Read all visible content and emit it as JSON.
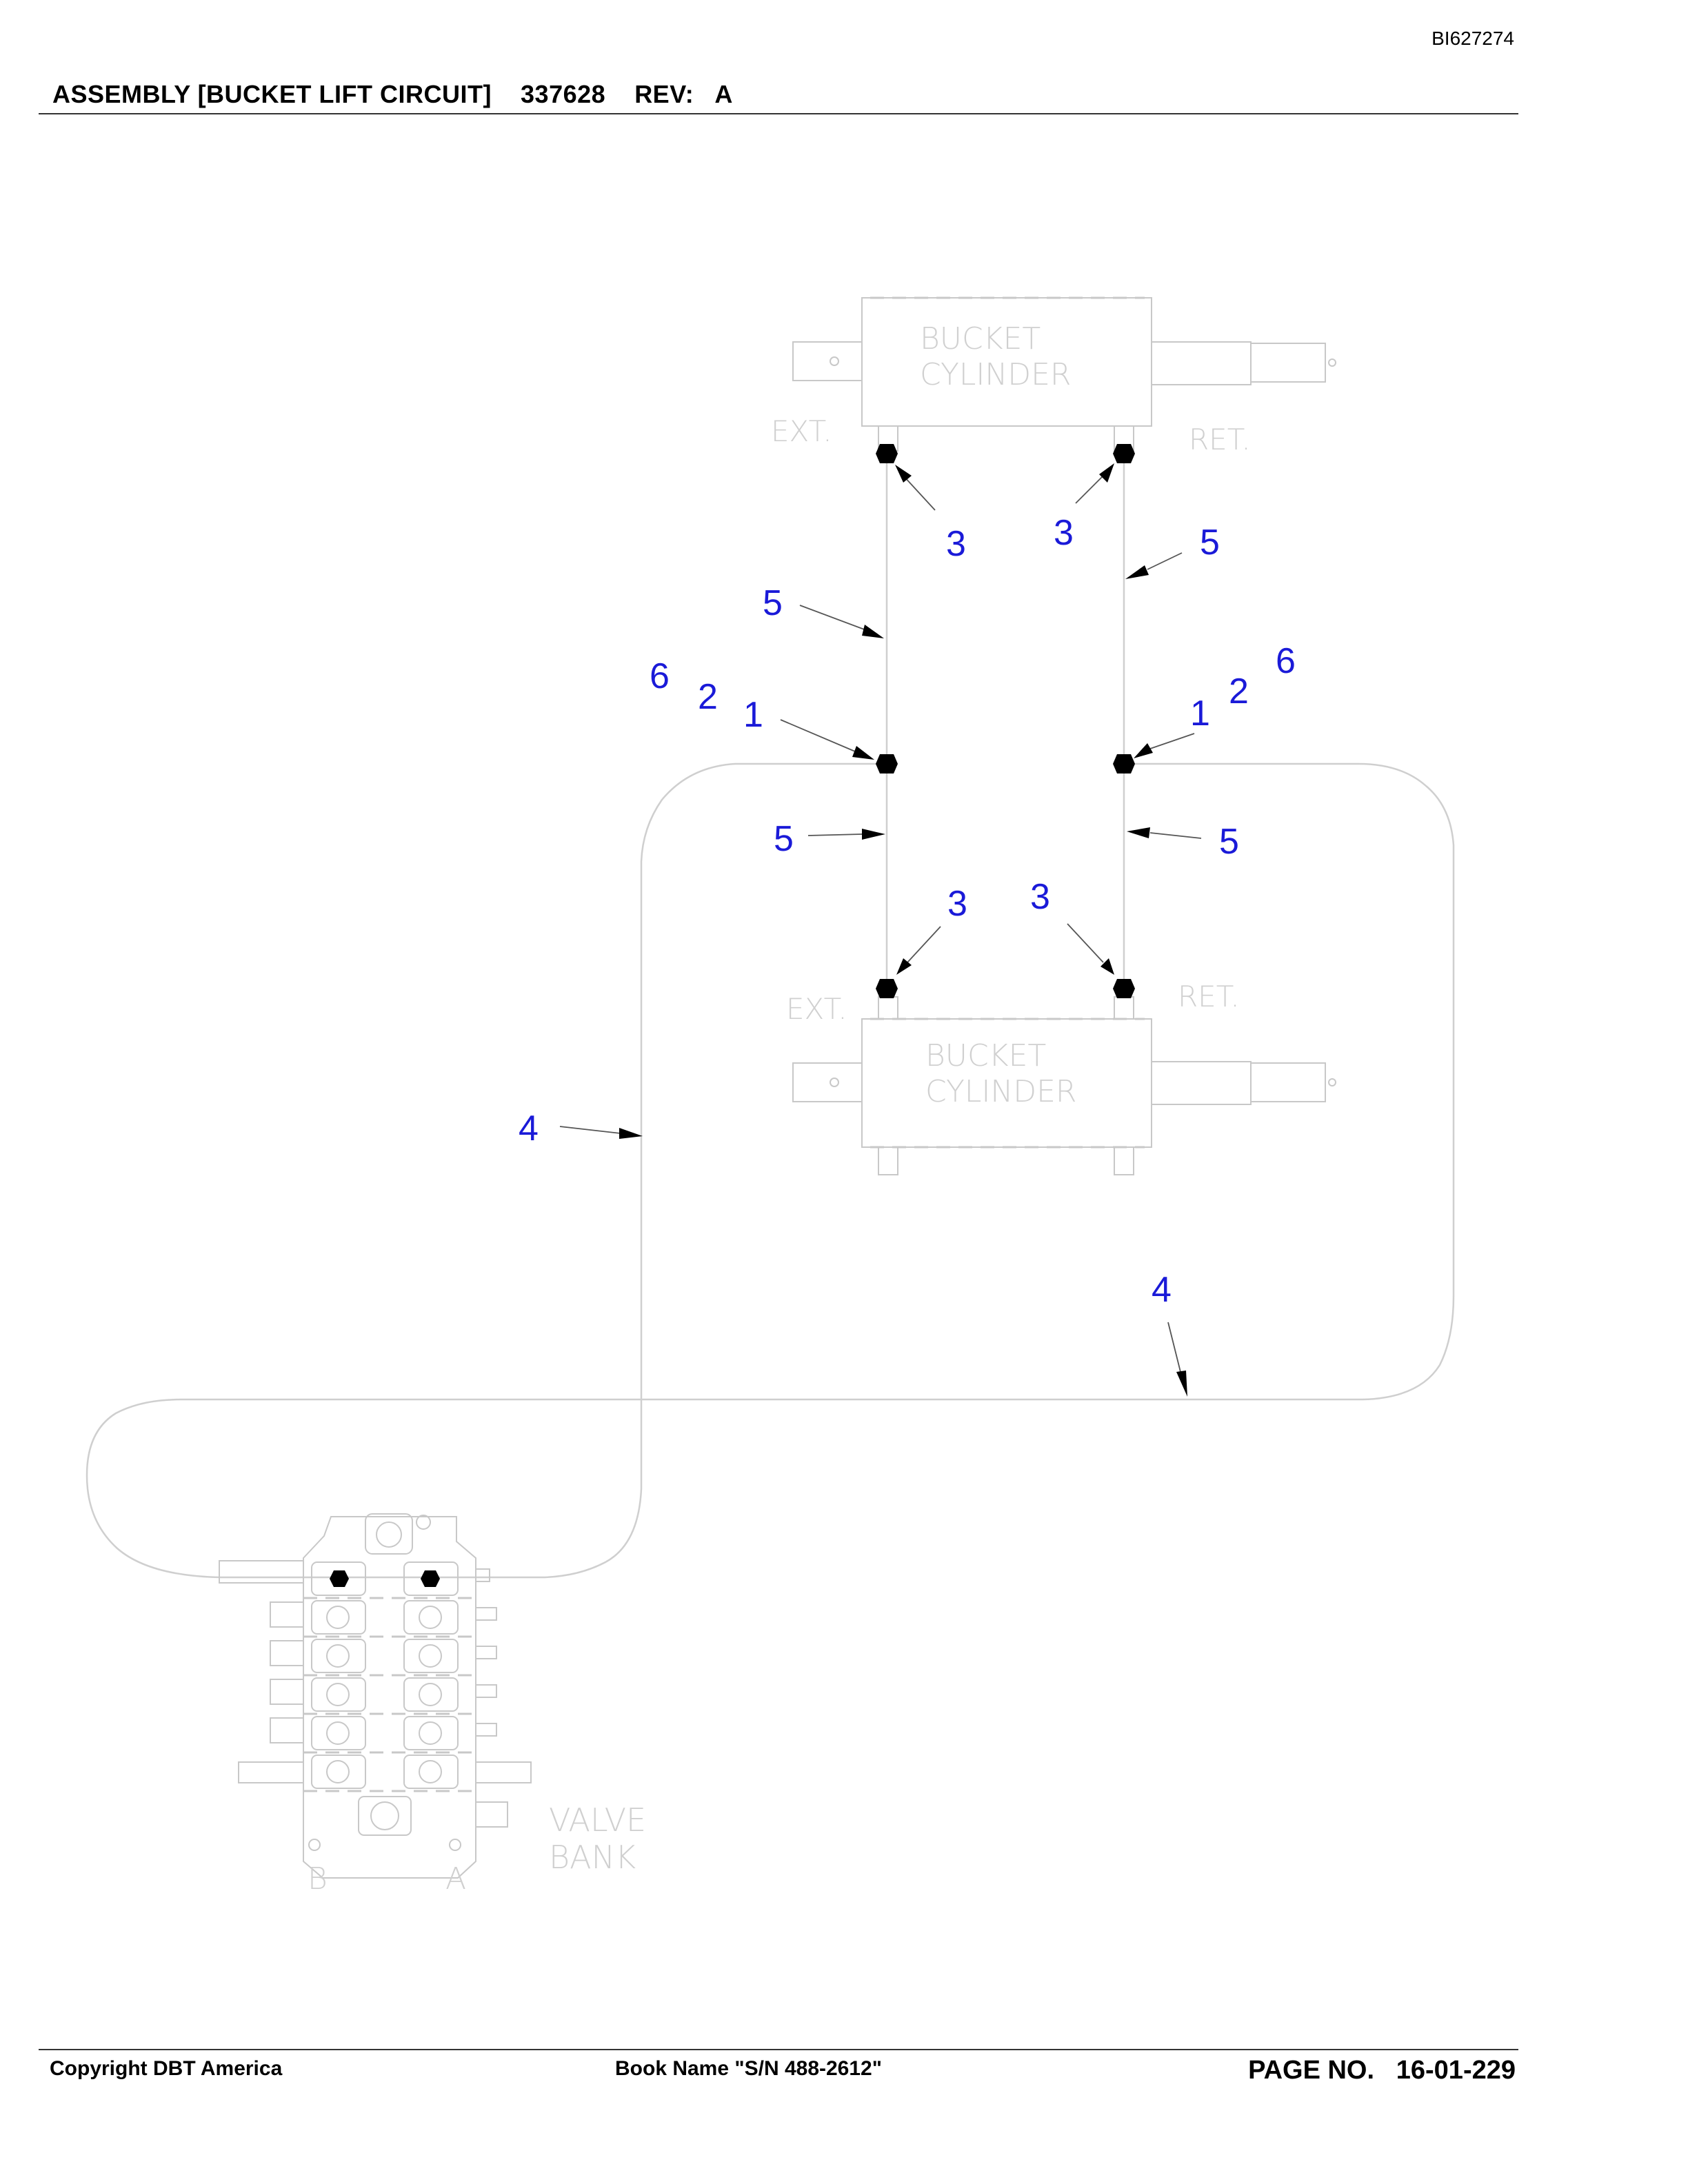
{
  "document": {
    "doc_id": "BI627274",
    "title": "ASSEMBLY [BUCKET LIFT CIRCUIT]",
    "part_number": "337628",
    "rev_label": "REV:",
    "rev": "A"
  },
  "footer": {
    "copyright": "Copyright DBT America",
    "book_name": "Book Name \"S/N 488-2612\"",
    "page_label": "PAGE NO.",
    "page_number": "16-01-229"
  },
  "diagram": {
    "top_cylinder": {
      "name_line1": "BUCKET",
      "name_line2": "CYLINDER",
      "port_ext": "EXT.",
      "port_ret": "RET."
    },
    "bottom_cylinder": {
      "name_line1": "BUCKET",
      "name_line2": "CYLINDER",
      "port_ext": "EXT.",
      "port_ret": "RET."
    },
    "valve_bank": {
      "name_line1": "VALVE",
      "name_line2": "BANK",
      "port_b": "B",
      "port_a": "A"
    },
    "callouts": [
      "3",
      "3",
      "5",
      "5",
      "6",
      "2",
      "1",
      "1",
      "2",
      "6",
      "5",
      "5",
      "3",
      "3",
      "4",
      "4"
    ]
  }
}
